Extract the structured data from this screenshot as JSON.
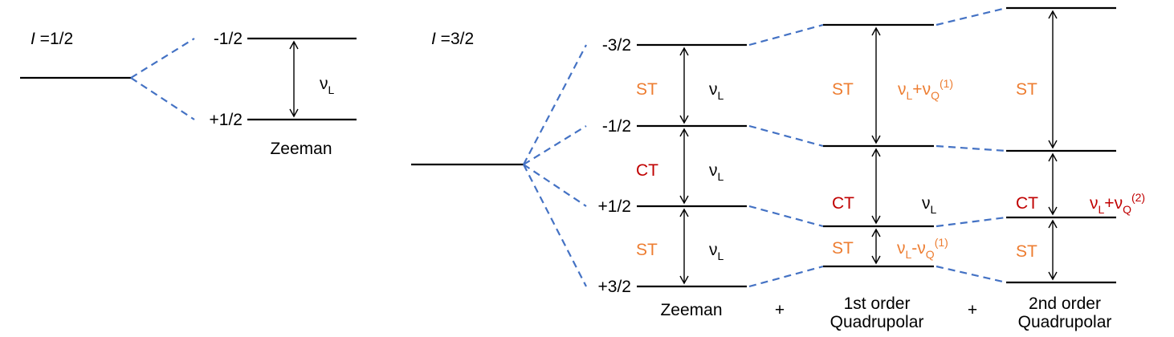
{
  "colors": {
    "satellite_transition": "#ed7d31",
    "central_transition": "#c00000",
    "splitting_lines": "#4472c4",
    "levels": "#000000"
  },
  "spin_half": {
    "spin_label_I": "I",
    "spin_label_value": " =1/2",
    "levels": [
      "-1/2",
      "+1/2"
    ],
    "nu": "ν",
    "nu_sub": "L",
    "stage_label": "Zeeman"
  },
  "spin_three_halves": {
    "spin_label_I": "I",
    "spin_label_value": " =3/2",
    "levels": [
      "-3/2",
      "-1/2",
      "+1/2",
      "+3/2"
    ],
    "transition_labels": {
      "st": "ST",
      "ct": "CT"
    },
    "nu": "ν",
    "sub_L": "L",
    "sub_Q": "Q",
    "plus": "+",
    "minus": "-",
    "order1": "(1)",
    "order2": "(2)",
    "stage_labels": {
      "zeeman": "Zeeman",
      "first_order_line1": "1st order",
      "first_order_line2": "Quadrupolar",
      "second_order_line1": "2nd order",
      "second_order_line2": "Quadrupolar",
      "plus_sign": "+"
    }
  }
}
